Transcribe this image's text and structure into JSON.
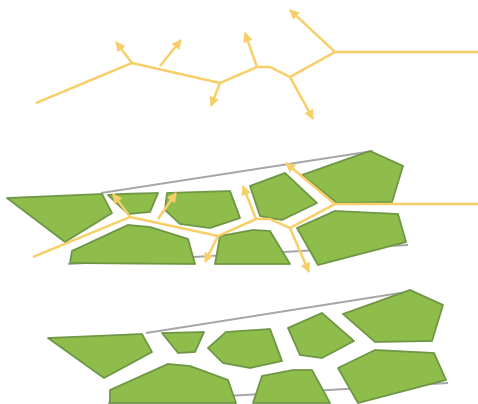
{
  "colors": {
    "background": "#ffffff",
    "skeleton": "#f7cf68",
    "arrow": "#f7cf68",
    "fill": "#8ebd4c",
    "fill_stroke": "#6e9644",
    "baseline": "#a6a6a6"
  },
  "panels": [
    {
      "id": "skeleton-only",
      "shows_skeleton": true,
      "shows_pieces": false
    },
    {
      "id": "skeleton-over-pieces",
      "shows_skeleton": true,
      "shows_pieces": true
    },
    {
      "id": "separated-pieces",
      "shows_skeleton": false,
      "shows_pieces": true
    }
  ]
}
